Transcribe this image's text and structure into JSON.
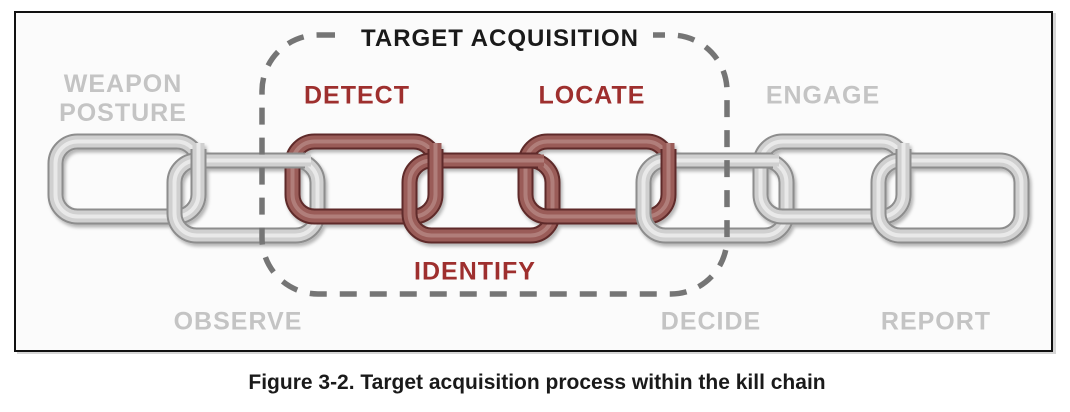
{
  "figure": {
    "title": "TARGET ACQUISITION",
    "caption": "Figure 3-2. Target acquisition process within the kill chain",
    "chain": {
      "links": [
        {
          "label": "WEAPON POSTURE",
          "position": "upper",
          "color": "gray",
          "in_target_acquisition": false
        },
        {
          "label": "OBSERVE",
          "position": "lower",
          "color": "gray",
          "in_target_acquisition": false
        },
        {
          "label": "DETECT",
          "position": "upper",
          "color": "red",
          "in_target_acquisition": true
        },
        {
          "label": "IDENTIFY",
          "position": "lower",
          "color": "red",
          "in_target_acquisition": true
        },
        {
          "label": "LOCATE",
          "position": "upper",
          "color": "red",
          "in_target_acquisition": true
        },
        {
          "label": "DECIDE",
          "position": "lower",
          "color": "gray",
          "in_target_acquisition": false
        },
        {
          "label": "ENGAGE",
          "position": "upper",
          "color": "gray",
          "in_target_acquisition": false
        },
        {
          "label": "REPORT",
          "position": "lower",
          "color": "gray",
          "in_target_acquisition": false
        }
      ]
    },
    "colors": {
      "red_label": "#9e2f2e",
      "gray_label": "#c4c4c4",
      "title_black": "#1a1a1a",
      "link_red": "#9a5c58",
      "link_red_edge": "#5e2c29",
      "link_red_hi": "#b07e7a",
      "link_gray": "#d0d0d0",
      "link_gray_edge": "#8d8d8d",
      "link_gray_hi": "#e9e9e9",
      "dash": "#757575",
      "figure_bg": "#fbfbfb",
      "border": "#111111"
    }
  }
}
